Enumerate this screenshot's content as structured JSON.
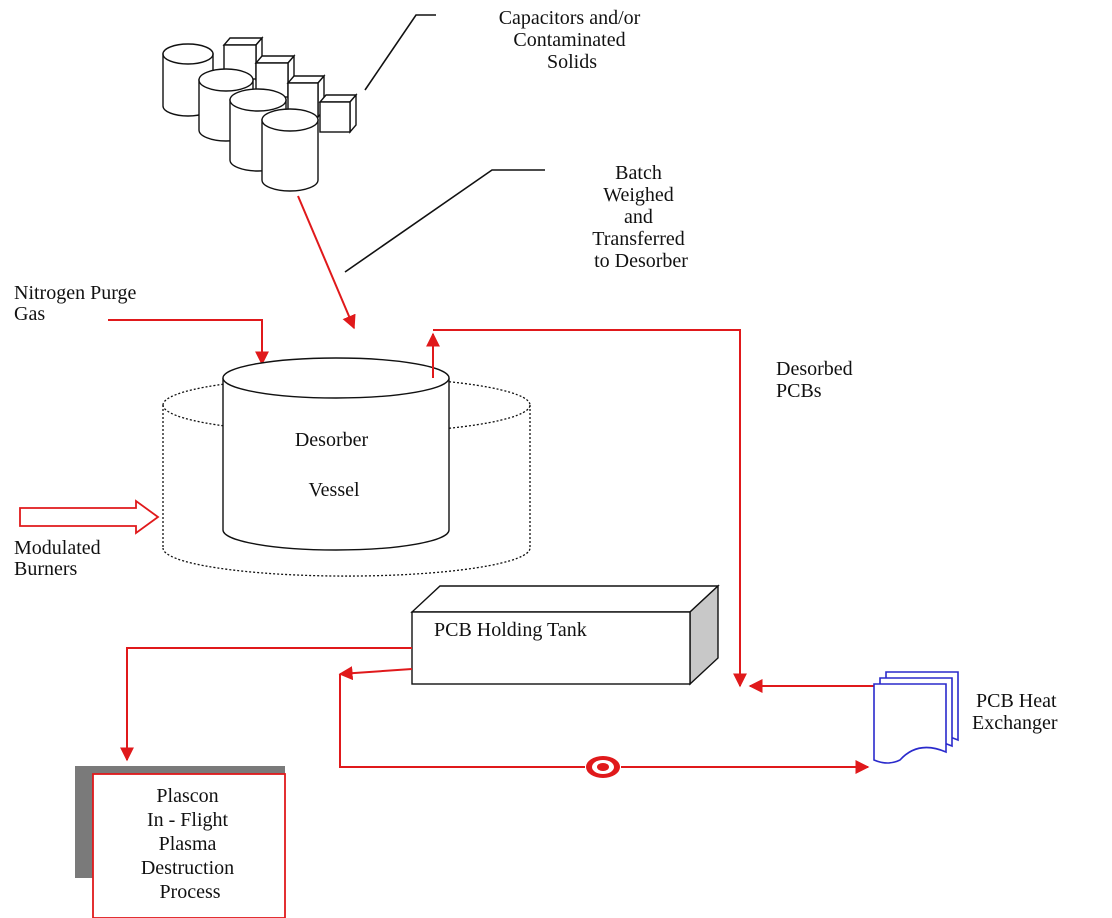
{
  "labels": {
    "capacitors": [
      "Capacitors and/or",
      "Contaminated",
      "Solids"
    ],
    "batch": [
      "Batch",
      "Weighed",
      "and",
      "Transferred",
      "to Desorber"
    ],
    "nitrogen": [
      "Nitrogen Purge",
      "Gas"
    ],
    "desorbed": [
      "Desorbed",
      "PCBs"
    ],
    "desorber_vessel": [
      "Desorber",
      "Vessel"
    ],
    "burners": [
      "Modulated",
      "Burners"
    ],
    "holding_tank": "PCB Holding Tank",
    "heat_exchanger": [
      "PCB Heat",
      "Exchanger"
    ],
    "plascon": [
      "Plascon",
      "In - Flight",
      "Plasma",
      "Destruction",
      "Process"
    ]
  },
  "colors": {
    "flow_line": "#e0191b",
    "heat_exchanger": "#2a2acc",
    "outline": "#111111",
    "tank_side": "#c8c8c8",
    "plascon_shadow": "#7a7a7a"
  }
}
